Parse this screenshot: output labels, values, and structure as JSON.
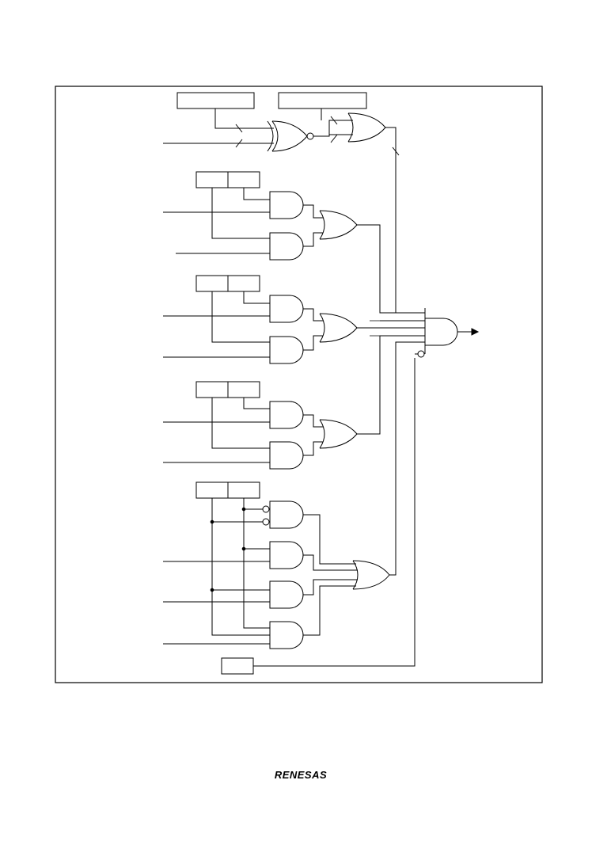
{
  "diagram": {
    "description_visible_text": "",
    "groups": [
      {
        "id": "address-compare",
        "gates": [
          "xnor",
          "or"
        ]
      },
      {
        "id": "condition-1",
        "gates": [
          "and",
          "and",
          "or"
        ]
      },
      {
        "id": "condition-2",
        "gates": [
          "and",
          "and",
          "or"
        ]
      },
      {
        "id": "condition-3",
        "gates": [
          "and",
          "and",
          "or"
        ]
      },
      {
        "id": "condition-4",
        "gates": [
          "and",
          "and",
          "and",
          "and",
          "or"
        ]
      }
    ],
    "output_gate": "and"
  },
  "footer": {
    "logo_text": "RENESAS"
  }
}
